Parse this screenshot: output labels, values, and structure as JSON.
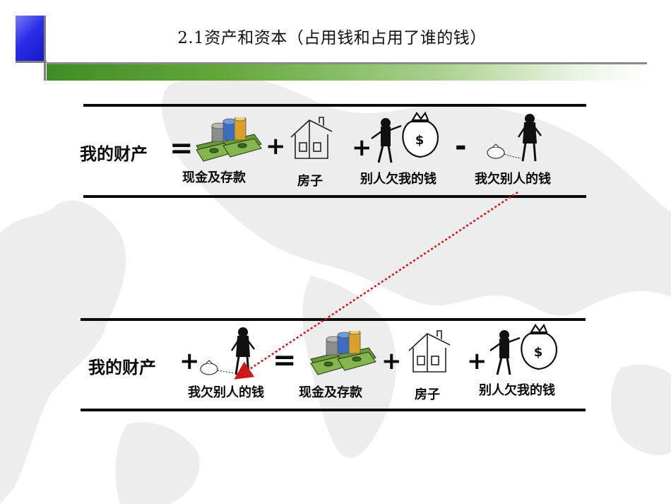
{
  "slide": {
    "title": "2.1资产和资本（占用钱和占用了谁的钱）"
  },
  "equation_1": {
    "lhs": "我的财产",
    "op_equals": "=",
    "op_plus_1": "+",
    "op_plus_2": "+",
    "op_minus": "-",
    "captions": {
      "cash": "现金及存款",
      "house": "房子",
      "receivable": "别人欠我的钱",
      "payable": "我欠别人的钱"
    }
  },
  "equation_2": {
    "lhs": "我的财产",
    "op_plus_1": "+",
    "op_equals": "=",
    "op_plus_2": "+",
    "op_plus_3": "+",
    "captions": {
      "payable": "我欠别人的钱",
      "cash": "现金及存款",
      "house": "房子",
      "receivable": "别人欠我的钱"
    }
  },
  "colors": {
    "accent_blue": "#2a2ee8",
    "title_bar_green": "#4a9a2c",
    "arrow_red": "#d01818"
  },
  "icons": [
    "cash-stack-icon",
    "house-icon",
    "money-bag-figure-icon",
    "person-with-small-bag-icon"
  ]
}
